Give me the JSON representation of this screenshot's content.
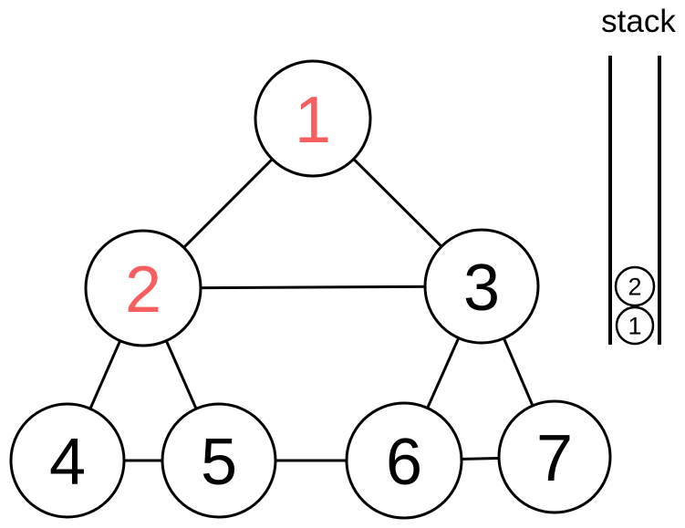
{
  "diagram": {
    "background_color": "#ffffff",
    "line_color": "#000000",
    "visited_color": "#f75f5f",
    "unvisited_color": "#000000"
  },
  "graph": {
    "nodes": [
      {
        "id": "1",
        "label": "1",
        "color": "#f75f5f"
      },
      {
        "id": "2",
        "label": "2",
        "color": "#f75f5f"
      },
      {
        "id": "3",
        "label": "3",
        "color": "#000000"
      },
      {
        "id": "4",
        "label": "4",
        "color": "#000000"
      },
      {
        "id": "5",
        "label": "5",
        "color": "#000000"
      },
      {
        "id": "6",
        "label": "6",
        "color": "#000000"
      },
      {
        "id": "7",
        "label": "7",
        "color": "#000000"
      }
    ],
    "edges": [
      "1-2",
      "1-3",
      "2-3",
      "2-4",
      "2-5",
      "3-6",
      "3-7",
      "4-5",
      "5-6",
      "6-7"
    ]
  },
  "stack": {
    "label": "stack",
    "items": [
      {
        "label": "2"
      },
      {
        "label": "1"
      }
    ]
  }
}
